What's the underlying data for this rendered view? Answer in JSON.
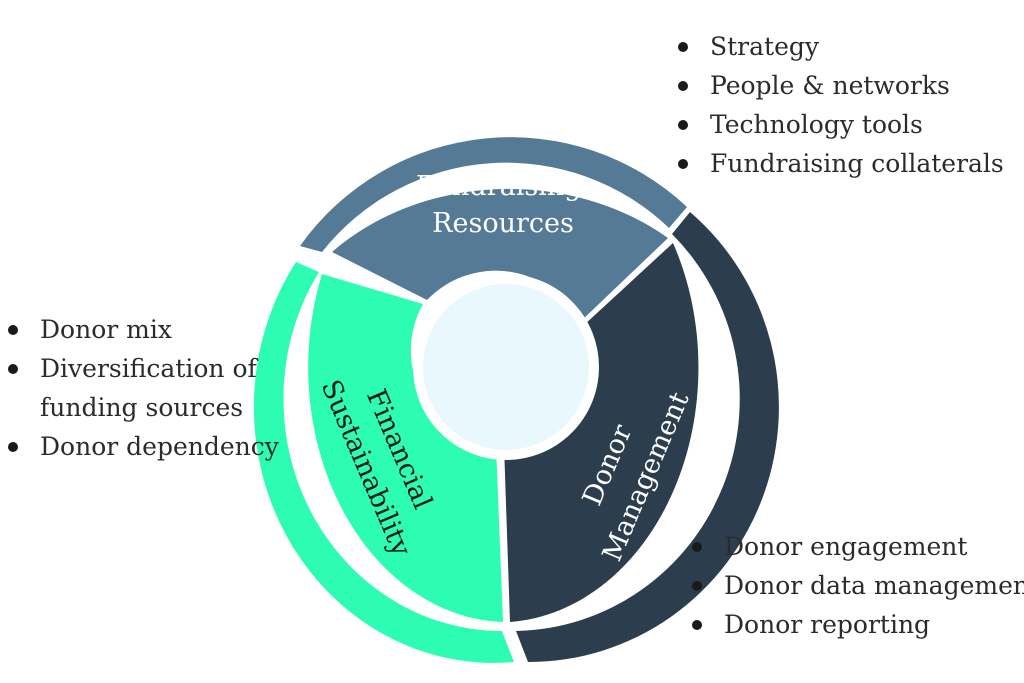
{
  "segments": {
    "resources": {
      "line1": "Fundraising",
      "line2": "Resources",
      "color": "#547a95"
    },
    "donor": {
      "line1": "Donor",
      "line2": "Management",
      "color": "#2c3e4e"
    },
    "financial": {
      "line1": "Financial",
      "line2": "Sustainability",
      "color": "#2dfdb3"
    }
  },
  "center_color": "#e8f8fc",
  "lists": {
    "resources": [
      "Strategy",
      "People & networks",
      "Technology tools",
      "Fundraising collaterals"
    ],
    "financial": [
      "Donor mix",
      "Diversification of",
      "funding sources",
      "Donor dependency"
    ],
    "donor": [
      "Donor engagement",
      "Donor data management",
      "Donor reporting"
    ]
  }
}
